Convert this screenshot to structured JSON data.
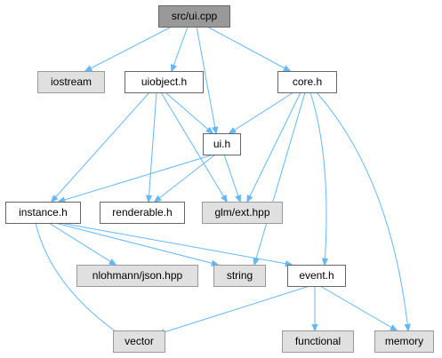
{
  "graph": {
    "colors": {
      "edge": "#63b8ff",
      "root_fill": "#999999",
      "root_stroke": "#666666",
      "header_fill": "#ffffff",
      "header_stroke": "#666666",
      "system_fill": "#e0e0e0",
      "system_stroke": "#999999"
    },
    "nodes": [
      {
        "id": "src_ui_cpp",
        "label": "src/ui.cpp",
        "kind": "root"
      },
      {
        "id": "iostream",
        "label": "iostream",
        "kind": "system"
      },
      {
        "id": "uiobject_h",
        "label": "uiobject.h",
        "kind": "header"
      },
      {
        "id": "core_h",
        "label": "core.h",
        "kind": "header"
      },
      {
        "id": "ui_h",
        "label": "ui.h",
        "kind": "header"
      },
      {
        "id": "instance_h",
        "label": "instance.h",
        "kind": "header"
      },
      {
        "id": "renderable_h",
        "label": "renderable.h",
        "kind": "header"
      },
      {
        "id": "glm_ext_hpp",
        "label": "glm/ext.hpp",
        "kind": "system"
      },
      {
        "id": "nlohmann_json_hpp",
        "label": "nlohmann/json.hpp",
        "kind": "system"
      },
      {
        "id": "string",
        "label": "string",
        "kind": "system"
      },
      {
        "id": "event_h",
        "label": "event.h",
        "kind": "header"
      },
      {
        "id": "vector",
        "label": "vector",
        "kind": "system"
      },
      {
        "id": "functional",
        "label": "functional",
        "kind": "system"
      },
      {
        "id": "memory",
        "label": "memory",
        "kind": "system"
      }
    ],
    "edges": [
      {
        "from": "src_ui_cpp",
        "to": "iostream"
      },
      {
        "from": "src_ui_cpp",
        "to": "uiobject_h"
      },
      {
        "from": "src_ui_cpp",
        "to": "ui_h"
      },
      {
        "from": "src_ui_cpp",
        "to": "core_h"
      },
      {
        "from": "uiobject_h",
        "to": "ui_h"
      },
      {
        "from": "uiobject_h",
        "to": "instance_h"
      },
      {
        "from": "uiobject_h",
        "to": "renderable_h"
      },
      {
        "from": "uiobject_h",
        "to": "glm_ext_hpp"
      },
      {
        "from": "core_h",
        "to": "ui_h"
      },
      {
        "from": "core_h",
        "to": "glm_ext_hpp"
      },
      {
        "from": "core_h",
        "to": "string"
      },
      {
        "from": "core_h",
        "to": "event_h"
      },
      {
        "from": "core_h",
        "to": "memory"
      },
      {
        "from": "ui_h",
        "to": "instance_h"
      },
      {
        "from": "ui_h",
        "to": "renderable_h"
      },
      {
        "from": "ui_h",
        "to": "glm_ext_hpp"
      },
      {
        "from": "instance_h",
        "to": "nlohmann_json_hpp"
      },
      {
        "from": "instance_h",
        "to": "string"
      },
      {
        "from": "instance_h",
        "to": "event_h"
      },
      {
        "from": "instance_h",
        "to": "vector"
      },
      {
        "from": "event_h",
        "to": "vector"
      },
      {
        "from": "event_h",
        "to": "functional"
      },
      {
        "from": "event_h",
        "to": "memory"
      }
    ]
  }
}
